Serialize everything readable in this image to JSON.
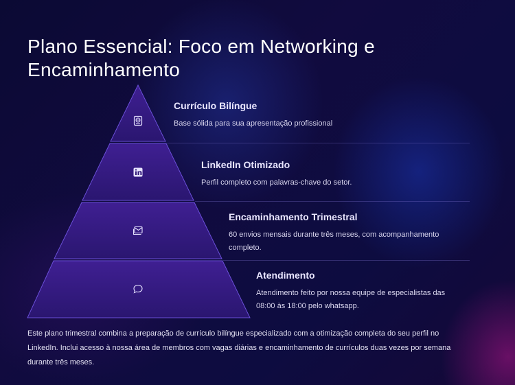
{
  "title": "Plano Essencial: Foco em Networking e Encaminhamento",
  "tiers": [
    {
      "title": "Currículo Bilíngue",
      "description": "Base sólida para sua apresentação profissional",
      "icon": "resume-icon"
    },
    {
      "title": "LinkedIn Otimizado",
      "description": "Perfil completo com palavras-chave do setor.",
      "icon": "linkedin-icon"
    },
    {
      "title": "Encaminhamento Trimestral",
      "description": "60 envios mensais durante três meses, com acompanhamento completo.",
      "icon": "mail-icon"
    },
    {
      "title": "Atendimento",
      "description": "Atendimento feito por nossa equipe de especialistas das 08:00 às 18:00 pelo whatsapp.",
      "icon": "chat-icon"
    }
  ],
  "footer": "Este plano trimestral combina a preparação de currículo bilíngue especializado com a otimização completa do seu perfil no LinkedIn. Inclui acesso à nossa área de membros com vagas diárias e encaminhamento de currículos duas vezes por semana durante três meses.",
  "colors": {
    "tier_fill": "#3a1a86",
    "tier_stroke": "#6a4fd8",
    "background": "#0d0c3c"
  }
}
